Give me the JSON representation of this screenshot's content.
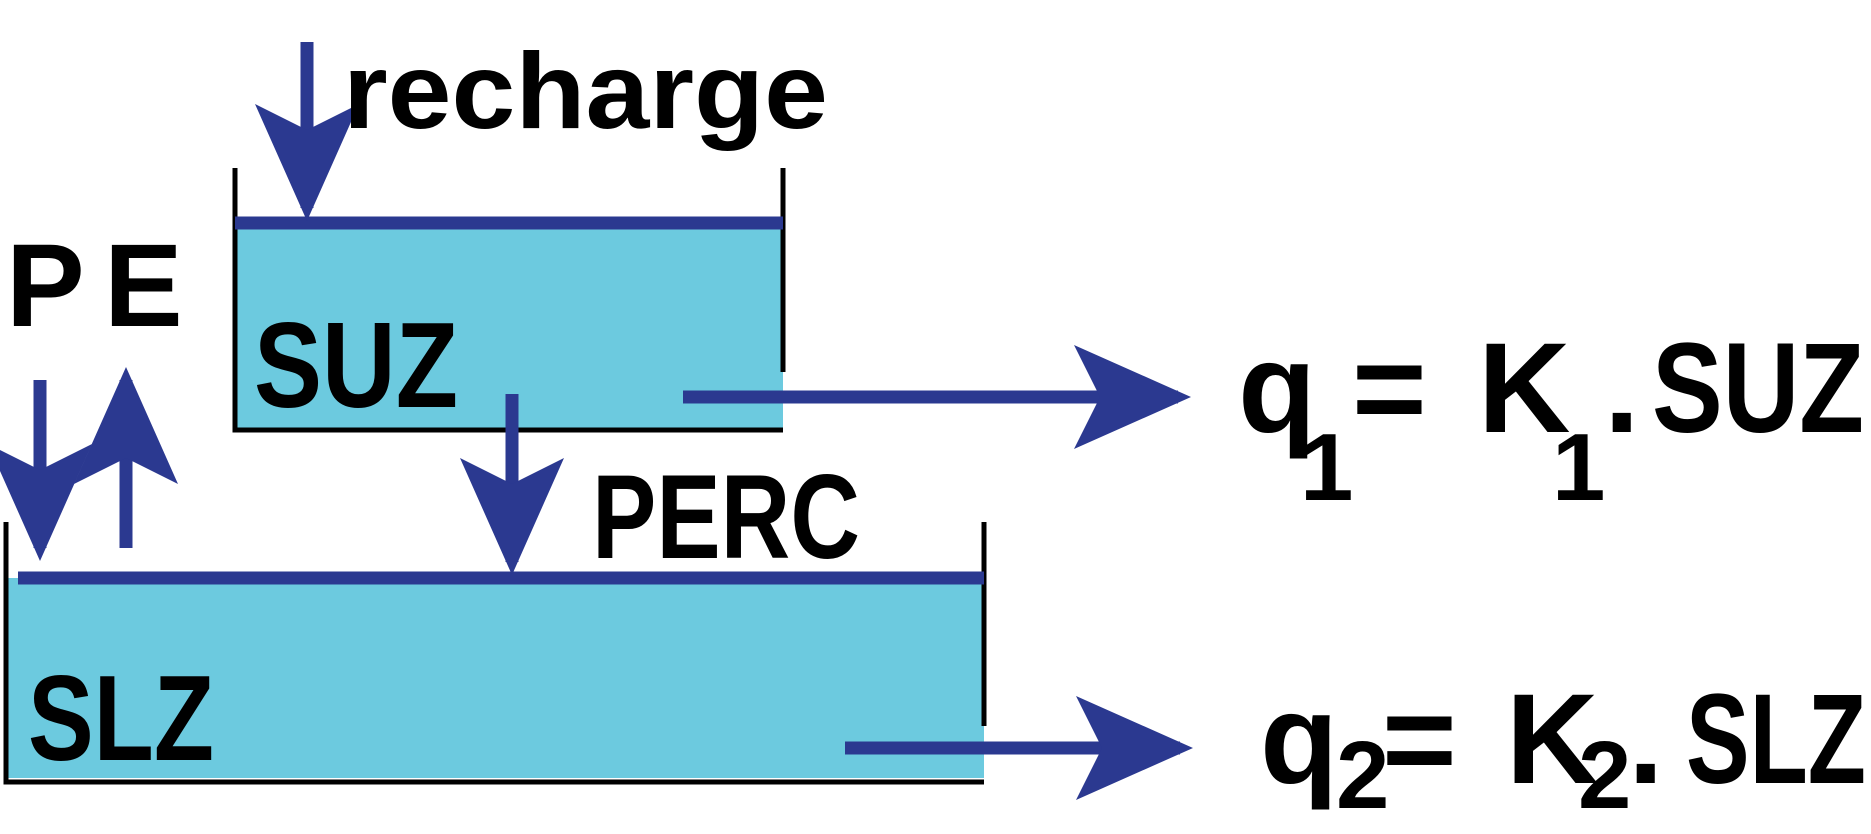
{
  "labels": {
    "recharge": "recharge",
    "p": "P",
    "e": "E",
    "suz": "SUZ",
    "perc": "PERC",
    "slz": "SLZ"
  },
  "equation1": {
    "q": "q",
    "q_sub": "1",
    "equals": "=",
    "k": "K",
    "k_sub": "1",
    "dot": ".",
    "var": "SUZ"
  },
  "equation2": {
    "q": "q",
    "q_sub": "2",
    "equals": "=",
    "k": "K",
    "k_sub": "2",
    "dot": ".",
    "var": "SLZ"
  },
  "colors": {
    "water": "#6ccadf",
    "arrow": "#2b3990",
    "wall": "#000000",
    "text": "#000000"
  }
}
